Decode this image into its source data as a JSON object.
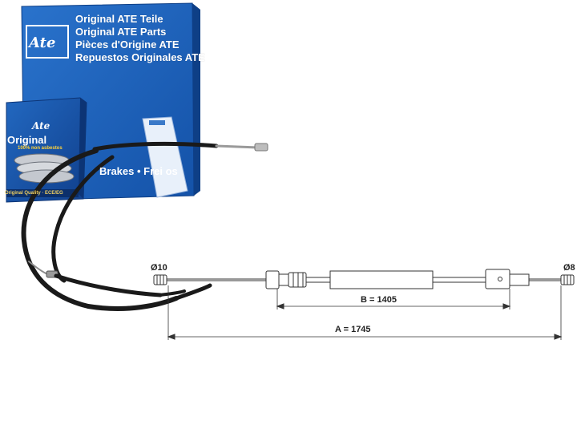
{
  "box": {
    "logo": "Ate",
    "lines": [
      "Original ATE Teile",
      "Original ATE Parts",
      "Pièces d'Origine ATE",
      "Repuestos Originales ATE"
    ],
    "brakes": "Brakes • Frei        os"
  },
  "small_box": {
    "logo": "Ate",
    "title": "Original",
    "asbestos": "100% non asbestos",
    "quality": "Original Quality · ECE/EG"
  },
  "diagram": {
    "diameter_left": "Ø10",
    "diameter_right": "Ø8",
    "length_b": "B = 1405",
    "length_a": "A = 1745"
  },
  "colors": {
    "box_blue": "#1b5fb8",
    "box_blue_dark": "#0e3f86",
    "cable": "#1a1a1a",
    "line": "#333333"
  }
}
